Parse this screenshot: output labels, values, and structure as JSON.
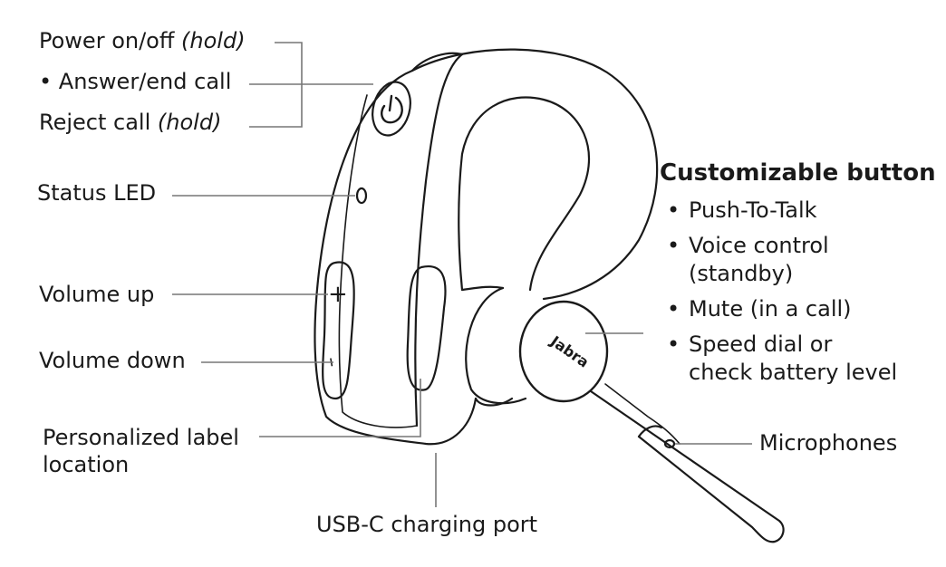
{
  "labels": {
    "power": {
      "text": "Power on/off",
      "suffix": "(hold)"
    },
    "answer": "Answer/end call",
    "reject": {
      "text": "Reject call",
      "suffix": "(hold)"
    },
    "status_led": "Status LED",
    "volume_up": "Volume up",
    "volume_down": "Volume down",
    "personalized_label": [
      "Personalized label",
      "location"
    ],
    "usb_c": "USB-C charging port",
    "microphones": "Microphones"
  },
  "customizable": {
    "heading": "Customizable button",
    "items": [
      [
        "Push-To-Talk"
      ],
      [
        "Voice control",
        "(standby)"
      ],
      [
        "Mute (in a call)"
      ],
      [
        "Speed dial or",
        "check battery level"
      ]
    ]
  },
  "device": {
    "brand": "Jabra",
    "button_glyphs": {
      "volume_up": "+",
      "volume_down": "–"
    }
  },
  "colors": {
    "stroke": "#1a1a1a",
    "leader": "#777777",
    "fill": "#ffffff"
  }
}
